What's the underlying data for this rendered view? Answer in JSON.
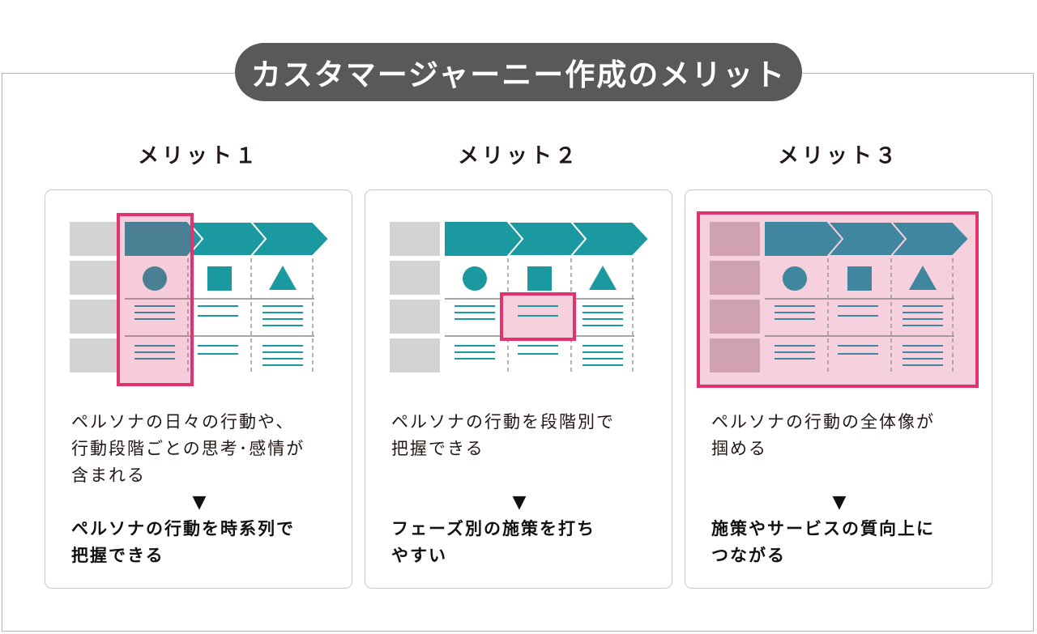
{
  "title": "カスタマージャーニー作成のメリット",
  "arrow_glyph": "▼",
  "colors": {
    "pill": "#595959",
    "teal": "#1a9aa0",
    "grey_cell": "#d3d3d3",
    "highlight_border": "#e0336f",
    "highlight_fill": "#f7d0dd",
    "frame_border": "#b4b4b4",
    "card_border": "#c9c9c9"
  },
  "merits": [
    {
      "heading": "メリット１",
      "description": "ペルソナの日々の行動や、\n行動段階ごとの思考･感情が\n含まれる",
      "conclusion": "ペルソナの行動を時系列で\n把握できる",
      "highlight": "column-1"
    },
    {
      "heading": "メリット２",
      "description": "ペルソナの行動を段階別で\n把握できる",
      "conclusion": "フェーズ別の施策を打ち\nやすい",
      "highlight": "cell-row-3-column-2"
    },
    {
      "heading": "メリット３",
      "description": "ペルソナの行動の全体像が\n掴める",
      "conclusion": "施策やサービスの質向上に\nつながる",
      "highlight": "whole-table"
    }
  ]
}
